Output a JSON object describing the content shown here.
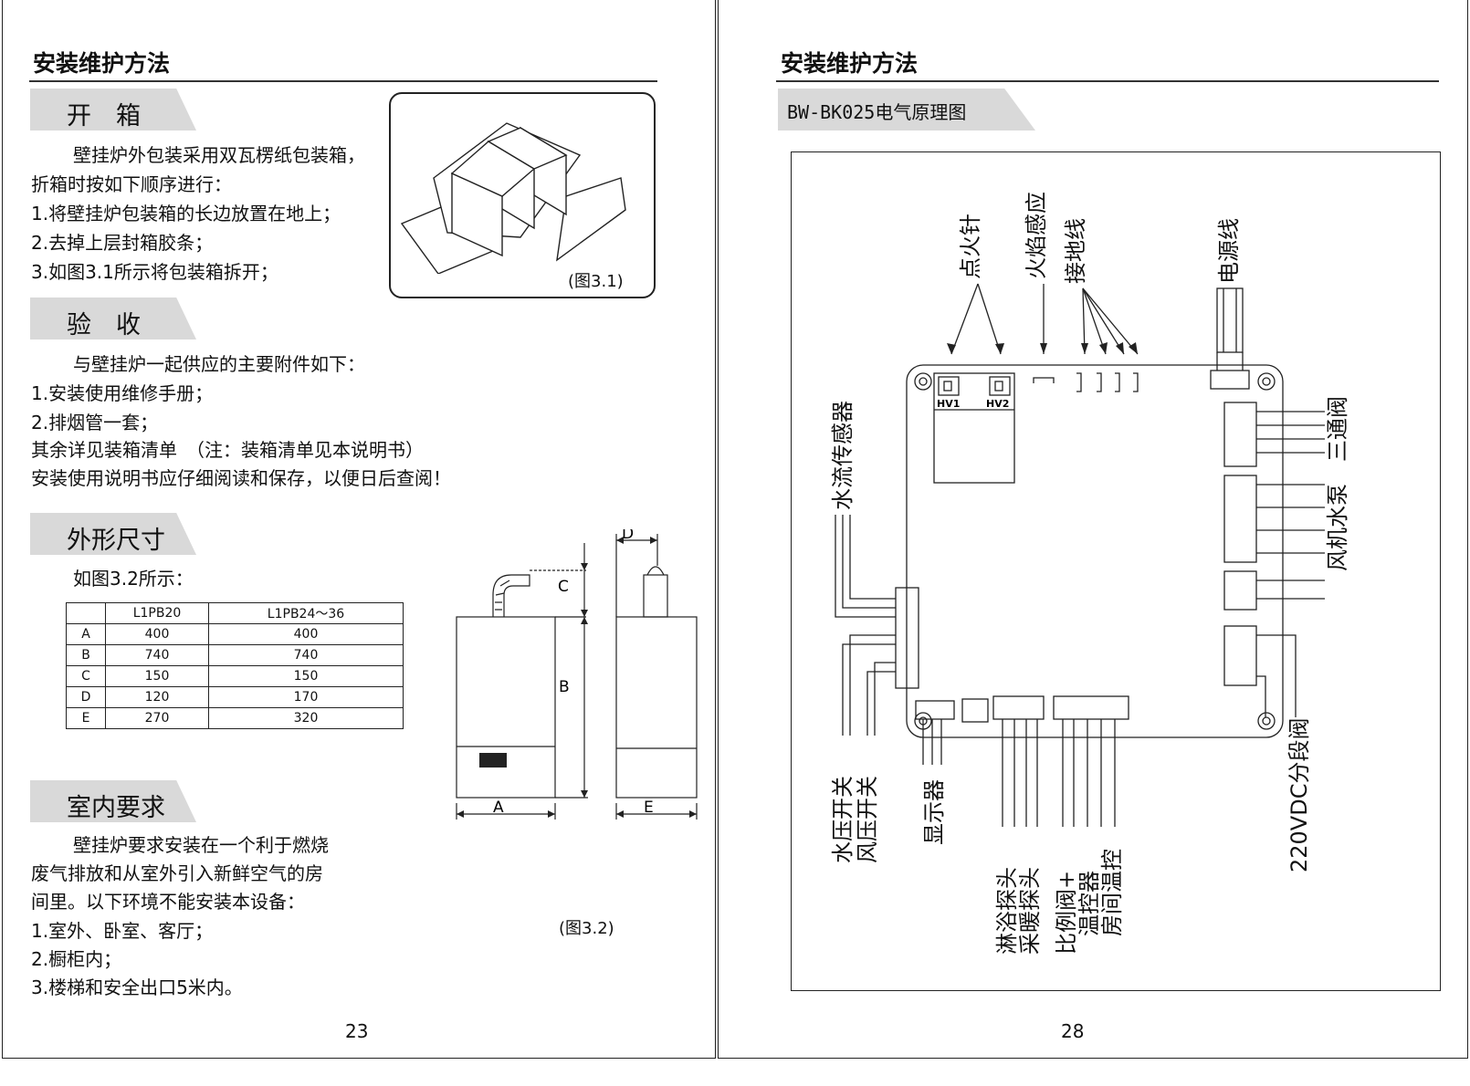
{
  "left_page": {
    "header": "安装维护方法",
    "page_number": "23",
    "section_unbox": {
      "title": "开　箱",
      "lines": [
        "壁挂炉外包装采用双瓦楞纸包装箱，",
        "折箱时按如下顺序进行：",
        "1.将壁挂炉包装箱的长边放置在地上；",
        "2.去掉上层封箱胶条；",
        "3.如图3.1所示将包装箱拆开；"
      ],
      "figure_caption": "(图3.1)"
    },
    "section_accept": {
      "title": "验　收",
      "lines": [
        "与壁挂炉一起供应的主要附件如下：",
        "1.安装使用维修手册；",
        "2.排烟管一套；",
        "其余详见装箱清单　（注：装箱清单见本说明书）",
        "安装使用说明书应仔细阅读和保存，以便日后查阅！"
      ]
    },
    "section_dims": {
      "title": "外形尺寸",
      "intro": "如图3.2所示：",
      "table": {
        "headers": [
          "",
          "L1PB20",
          "L1PB24～36"
        ],
        "rows": [
          [
            "A",
            "400",
            "400"
          ],
          [
            "B",
            "740",
            "740"
          ],
          [
            "C",
            "150",
            "150"
          ],
          [
            "D",
            "120",
            "170"
          ],
          [
            "E",
            "270",
            "320"
          ]
        ]
      },
      "figure_labels": {
        "A": "A",
        "B": "B",
        "C": "C",
        "D": "D",
        "E": "E"
      },
      "figure_caption": "(图3.2)"
    },
    "section_indoor": {
      "title": "室内要求",
      "lines": [
        "壁挂炉要求安装在一个利于燃烧",
        "废气排放和从室外引入新鲜空气的房",
        "间里。以下环境不能安装本设备：",
        "1.室外、卧室、客厅；",
        "2.橱柜内；",
        "3.楼梯和安全出口5米内。"
      ]
    }
  },
  "right_page": {
    "header": "安装维护方法",
    "page_number": "28",
    "section_title": "BW-BK025电气原理图",
    "board_labels": {
      "hv1": "HV1",
      "hv2": "HV2"
    },
    "diagram_labels": {
      "ignition": "点火针",
      "flame": "火焰感应",
      "ground": "接地线",
      "power": "电源线",
      "water_flow": "水流传感器",
      "water_pressure": "水压开关",
      "air_pressure": "风压开关",
      "display": "显示器",
      "bath_probe": "淋浴探头",
      "heating_probe": "采暖探头",
      "proportional": "比例阀+",
      "thermostat": "温控器",
      "room_temp": "房间温控",
      "three_way": "三通阀",
      "pump": "风机水泵",
      "valve220": "220VDC分段阀"
    }
  }
}
